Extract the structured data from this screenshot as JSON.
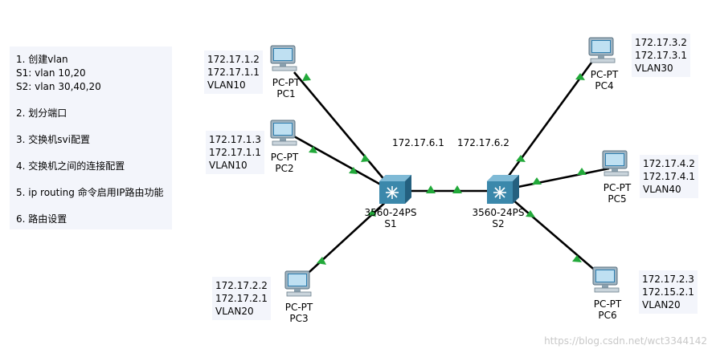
{
  "steps": [
    "1. 创建vlan",
    "S1: vlan 10,20",
    "S2: vlan 30,40,20",
    "2. 划分端口",
    "3. 交换机svi配置",
    "4. 交换机之间的连接配置",
    "5. ip routing 命令启用IP路由功能",
    "6. 路由设置"
  ],
  "pcs": [
    {
      "type": "PC-PT",
      "name": "PC1",
      "ip1": "172.17.1.2",
      "ip2": "172.17.1.1",
      "vlan": "VLAN10"
    },
    {
      "type": "PC-PT",
      "name": "PC2",
      "ip1": "172.17.1.3",
      "ip2": "172.17.1.1",
      "vlan": "VLAN10"
    },
    {
      "type": "PC-PT",
      "name": "PC3",
      "ip1": "172.17.2.2",
      "ip2": "172.17.2.1",
      "vlan": "VLAN20"
    },
    {
      "type": "PC-PT",
      "name": "PC4",
      "ip1": "172.17.3.2",
      "ip2": "172.17.3.1",
      "vlan": "VLAN30"
    },
    {
      "type": "PC-PT",
      "name": "PC5",
      "ip1": "172.17.4.2",
      "ip2": "172.17.4.1",
      "vlan": "VLAN40"
    },
    {
      "type": "PC-PT",
      "name": "PC6",
      "ip1": "172.17.2.3",
      "ip2": "172.15.2.1",
      "vlan": "VLAN20"
    }
  ],
  "switches": [
    {
      "model": "3560-24PS",
      "name": "S1"
    },
    {
      "model": "3560-24PS",
      "name": "S2"
    }
  ],
  "trunk_ips": {
    "s1": "172.17.6.1",
    "s2": "172.17.6.2"
  },
  "watermark": "https://blog.csdn.net/wct3344142",
  "colors": {
    "link": "#000000",
    "port": "#22a93a",
    "switch": "#3b88ab",
    "pc_screen": "#2f7fb0",
    "note_bg": "#f3f5fb"
  }
}
